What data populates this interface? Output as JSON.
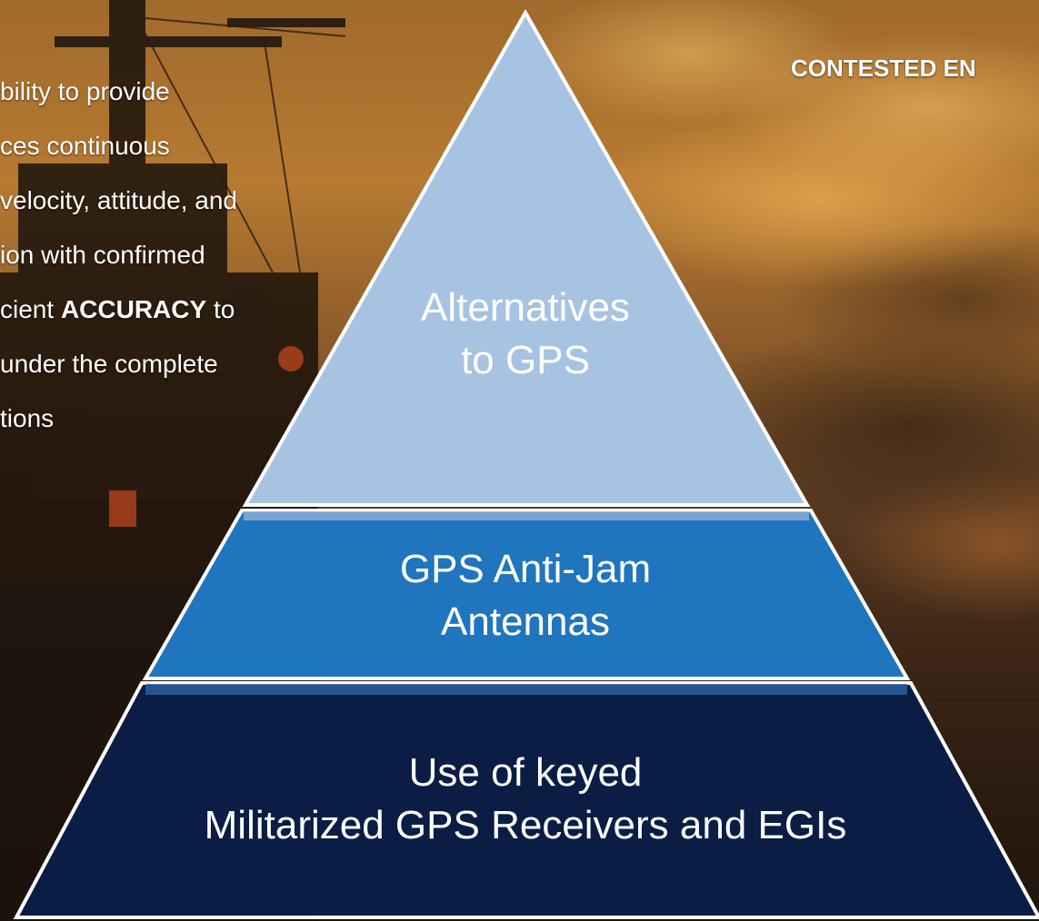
{
  "intro_text": {
    "line1": "bility to provide",
    "line2": "ces continuous",
    "line3": " velocity, attitude, and",
    "line4": "ion with confirmed",
    "line5_a": "cient ",
    "line5_b": "ACCURACY",
    "line5_c": " to",
    "line6": " under the complete",
    "line7": "tions"
  },
  "heading": "CONTESTED EN",
  "pyramid": {
    "top_tier": {
      "line1": "Alternatives",
      "line2": "to GPS",
      "color": "#a7c3e2"
    },
    "middle_tier": {
      "line1": "GPS Anti-Jam",
      "line2": "Antennas",
      "color": "#1f75be"
    },
    "bottom_tier": {
      "line1": "Use of keyed",
      "line2": "Militarized GPS Receivers and EGIs",
      "color": "#0b1d45"
    },
    "outline_color": "#ffffff"
  }
}
